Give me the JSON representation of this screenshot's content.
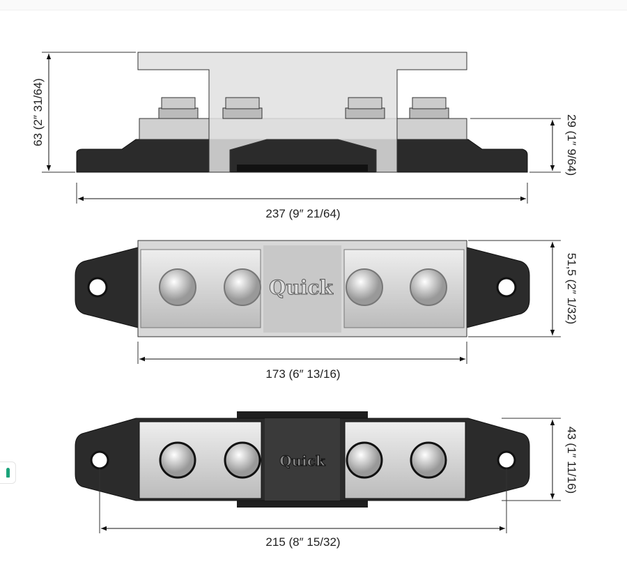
{
  "drawing": {
    "side_view": {
      "height_label": "63 (2″ 31/64)",
      "terminal_height_label": "29 (1″ 9/64)",
      "length_label": "237 (9″ 21/64)"
    },
    "top_view": {
      "width_label": "51,5 (2″ 1/32)",
      "length_label": "173 (6″ 13/16)",
      "logo": "Quick"
    },
    "bottom_view": {
      "width_label": "43 (1″ 11/16)",
      "mount_spacing_label": "215 (8″ 15/32)",
      "logo": "Quick"
    }
  },
  "colors": {
    "accent": "#1aa37a",
    "body": "#2b2b2b",
    "plate": "#d4d4d4"
  }
}
